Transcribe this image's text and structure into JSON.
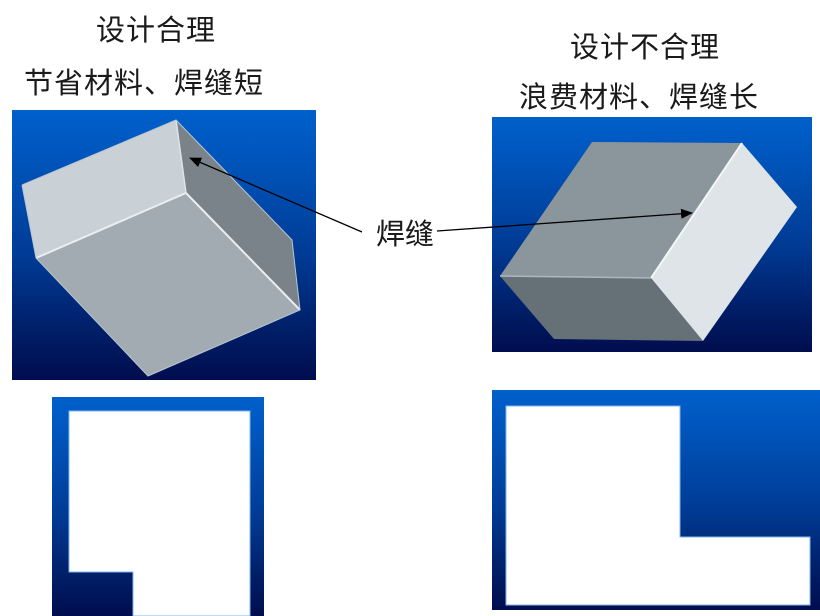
{
  "left": {
    "title": "设计合理",
    "subtitle": "节省材料、焊缝短",
    "verdict": "reasonable"
  },
  "right": {
    "title": "设计不合理",
    "subtitle": "浪费材料、焊缝长",
    "verdict": "unreasonable"
  },
  "center_label": "焊缝",
  "colors": {
    "panel_top": "#0060cc",
    "panel_bottom": "#000d4e",
    "face_light": "#c9d0d6",
    "face_mid": "#a1abb1",
    "face_dark": "#7a8389",
    "right_top_face": "#8a959c",
    "right_front_face": "#667077",
    "right_side_face": "#dfe4e8",
    "section_fill": "#ffffff",
    "arrow": "#000000"
  }
}
